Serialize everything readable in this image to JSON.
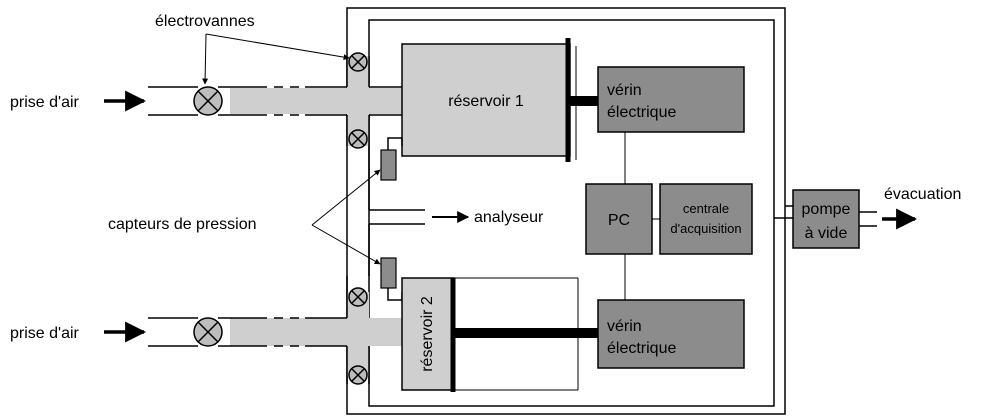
{
  "labels": {
    "electrovannes": "électrovannes",
    "prise_air_top": "prise d'air",
    "prise_air_bottom": "prise d'air",
    "reservoir1": "réservoir 1",
    "reservoir2": "réservoir 2",
    "verin_top_line1": "vérin",
    "verin_top_line2": "électrique",
    "verin_bottom_line1": "vérin",
    "verin_bottom_line2": "électrique",
    "pc": "PC",
    "centrale_line1": "centrale",
    "centrale_line2": "d'acquisition",
    "capteurs": "capteurs de pression",
    "analyseur": "analyseur",
    "pompe_line1": "pompe",
    "pompe_line2": "à vide",
    "evacuation": "évacuation"
  },
  "colors": {
    "light_fill": "#cfcfcf",
    "dark_fill": "#8c8c8c",
    "valve_fill": "#bdbdbd"
  }
}
